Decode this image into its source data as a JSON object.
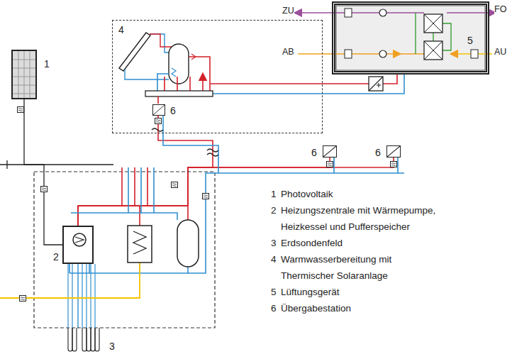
{
  "diagram": {
    "nodes": [
      {
        "text": [
          "1"
        ]
      },
      {
        "text": [
          "4"
        ]
      },
      {
        "text": [
          "6"
        ],
        "in": 1
      },
      {
        "text": [
          "5"
        ]
      },
      {
        "text": [
          "2"
        ]
      },
      {
        "text": [
          "3"
        ]
      },
      {
        "text": [
          "6"
        ]
      },
      {
        "text": [
          "6"
        ]
      }
    ],
    "edges": [
      {
        "from": 0,
        "to": 4,
        "arrow": "none"
      },
      {
        "from": 4,
        "to": 5,
        "arrow": "none"
      },
      {
        "from": 4,
        "to": 6,
        "arrow": "none"
      },
      {
        "from": 4,
        "to": 7,
        "arrow": "none"
      },
      {
        "from": 4,
        "to": 2,
        "arrow": "none"
      },
      {
        "from": 1,
        "to": 3,
        "arrow": "none"
      }
    ],
    "labels": [
      "ZU",
      "FO",
      "AB",
      "AU",
      "1",
      "Photovoltaik",
      "2",
      "Heizungszentrale mit Wärmepumpe, Heizkessel und Pufferspeicher",
      "3",
      "Erdsondenfeld",
      "4",
      "Warmwasserbereitung mit Thermischer Solaranlage",
      "5",
      "Lüftungsgerät",
      "6",
      "Übergabestation"
    ]
  }
}
